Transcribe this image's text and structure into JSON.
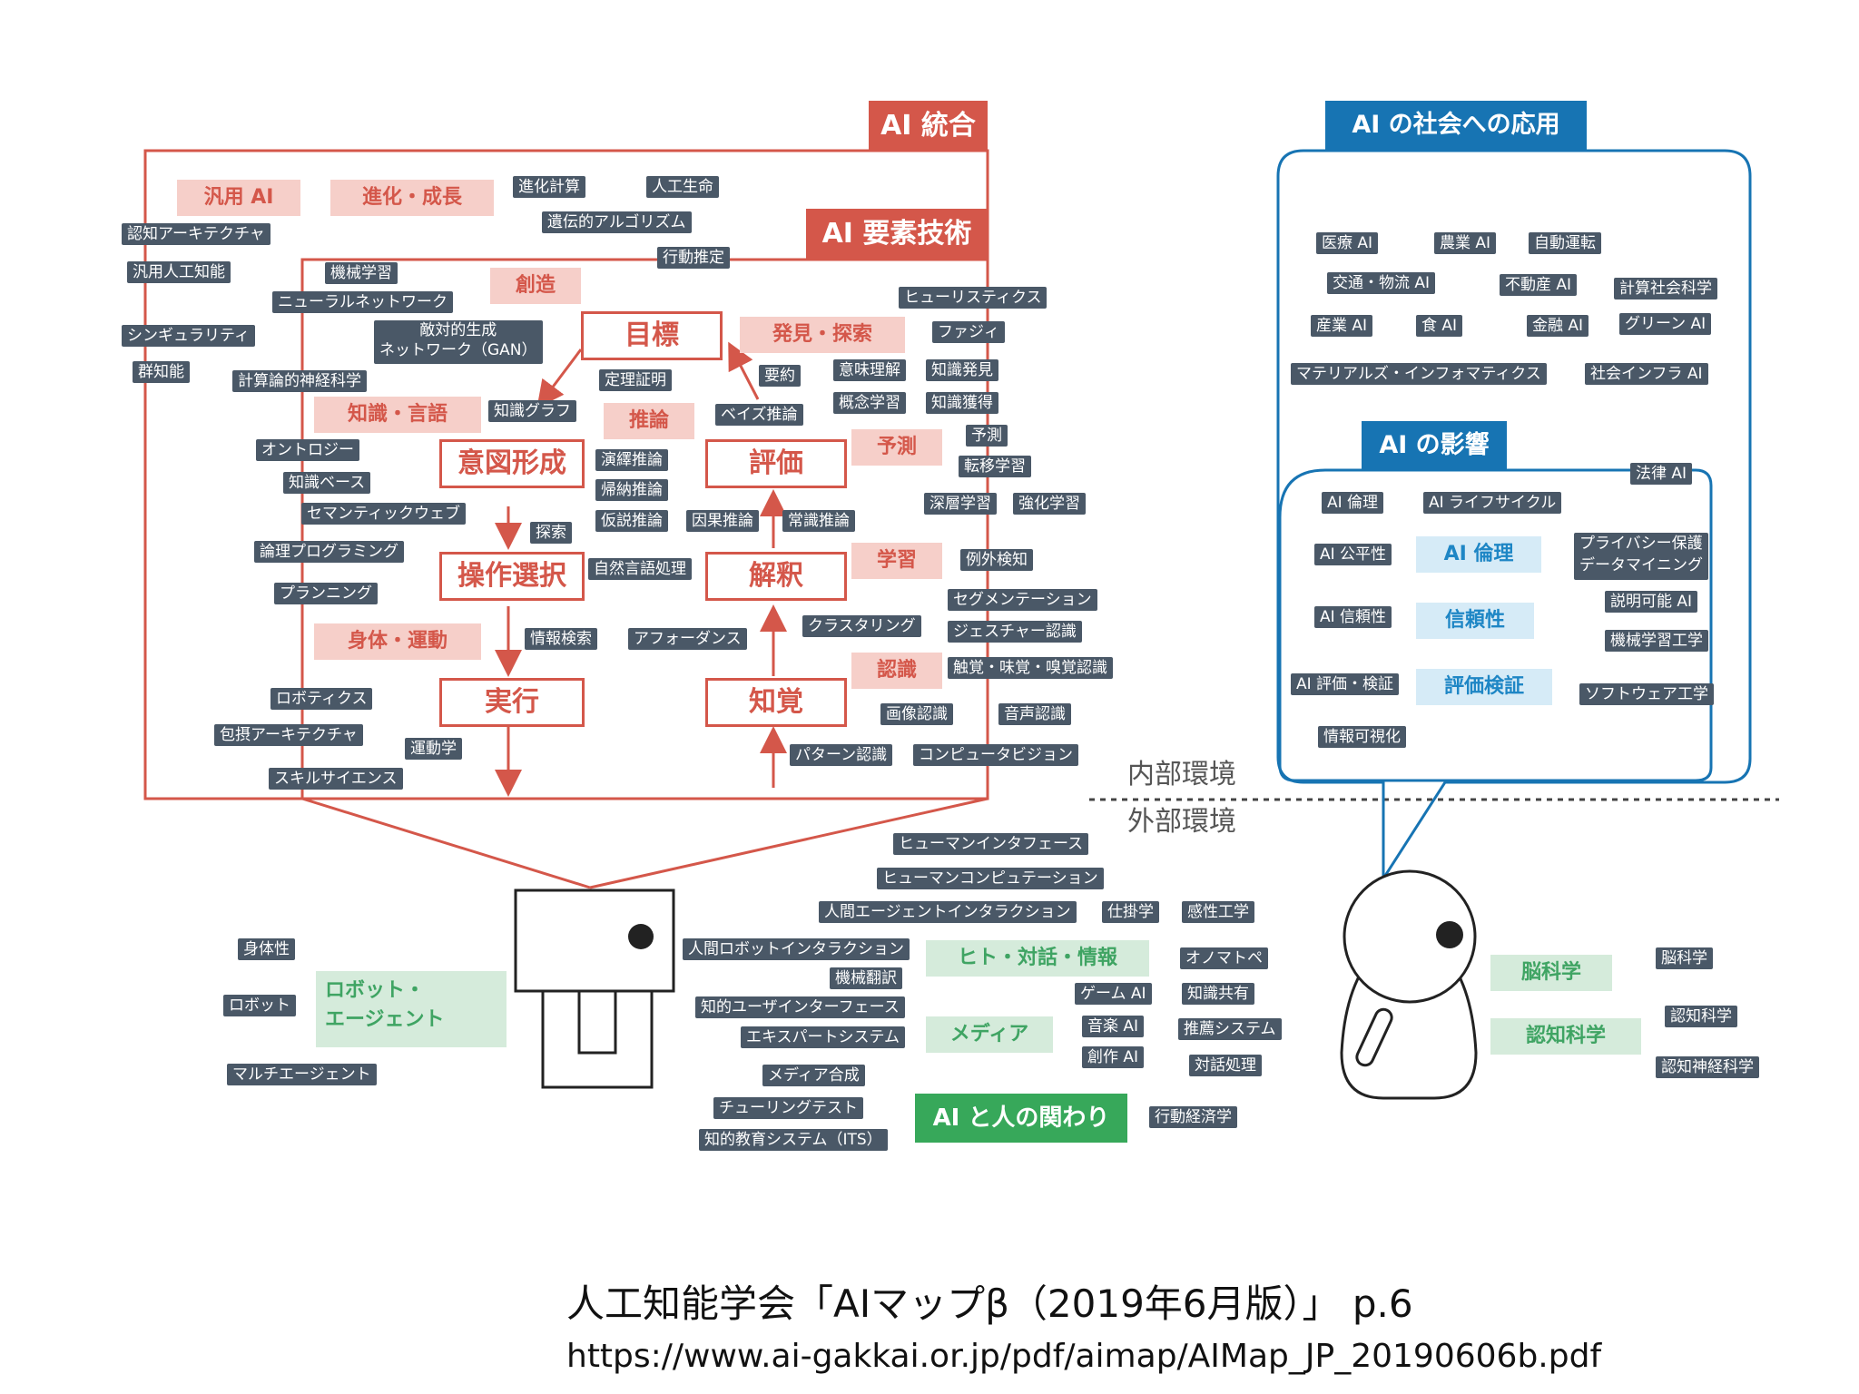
{
  "colors": {
    "red": "#d4574a",
    "pink": "#f6cfc9",
    "tag_gray": "#4a5867",
    "blue": "#1774b3",
    "light_blue": "#d6ebf7",
    "green": "#37a85a",
    "light_green": "#d5ebdb"
  },
  "headers": {
    "ai_integration": "AI 統合",
    "ai_element_tech": "AI 要素技術",
    "ai_society_application": "AI の社会への応用",
    "ai_impact": "AI の影響",
    "ai_and_human": "AI と人の関わり"
  },
  "integration": {
    "categories": [
      "汎用 AI",
      "進化・成長"
    ],
    "tags": [
      "進化計算",
      "人工生命",
      "遺伝的アルゴリズム",
      "行動推定",
      "認知アーキテクチャ",
      "汎用人工知能",
      "シンギュラリティ",
      "群知能"
    ]
  },
  "element_tech": {
    "categories": [
      "創造",
      "知識・言語",
      "推論",
      "発見・探索",
      "予測",
      "学習",
      "身体・運動",
      "認識"
    ],
    "tags": [
      "機械学習",
      "ニューラルネットワーク",
      "敵対的生成\nネットワーク（GAN）",
      "計算論的神経科学",
      "知識グラフ",
      "定理証明",
      "オントロジー",
      "知識ベース",
      "セマンティックウェブ",
      "論理プログラミング",
      "プランニング",
      "探索",
      "ロボティクス",
      "包摂アーキテクチャ",
      "運動学",
      "スキルサイエンス",
      "演繹推論",
      "帰納推論",
      "仮説推論",
      "因果推論",
      "常識推論",
      "自然言語処理",
      "情報検索",
      "アフォーダンス",
      "ヒューリスティクス",
      "ファジィ",
      "意味理解",
      "知識発見",
      "要約",
      "概念学習",
      "知識獲得",
      "ベイズ推論",
      "予測",
      "転移学習",
      "深層学習",
      "強化学習",
      "例外検知",
      "セグメンテーション",
      "クラスタリング",
      "ジェスチャー認識",
      "触覚・味覚・嗅覚認識",
      "画像認識",
      "音声認識",
      "パターン認識",
      "コンピュータビジョン"
    ]
  },
  "cycle": {
    "goal": "目標",
    "intent": "意図形成",
    "select": "操作選択",
    "execute": "実行",
    "evaluate": "評価",
    "interpret": "解釈",
    "perceive": "知覚"
  },
  "environment": {
    "internal": "内部環境",
    "external": "外部環境"
  },
  "society": {
    "tags": [
      "医療 AI",
      "農業 AI",
      "自動運転",
      "交通・物流 AI",
      "不動産 AI",
      "計算社会科学",
      "産業 AI",
      "食 AI",
      "金融 AI",
      "グリーン AI",
      "マテリアルズ・インフォマティクス",
      "社会インフラ AI"
    ]
  },
  "impact": {
    "categories": [
      "AI 倫理",
      "信頼性",
      "評価検証"
    ],
    "tags": [
      "法律 AI",
      "AI 倫理",
      "AI ライフサイクル",
      "AI 公平性",
      "プライバシー保護\nデータマイニング",
      "説明可能 AI",
      "AI 信頼性",
      "機械学習工学",
      "AI 評価・検証",
      "ソフトウェア工学",
      "情報可視化"
    ]
  },
  "human": {
    "categories": [
      "ロボット・\nエージェント",
      "ヒト・対話・情報",
      "メディア",
      "脳科学",
      "認知科学"
    ],
    "tags": [
      "身体性",
      "ロボット",
      "マルチエージェント",
      "ヒューマンインタフェース",
      "ヒューマンコンピュテーション",
      "人間エージェントインタラクション",
      "仕掛学",
      "感性工学",
      "人間ロボットインタラクション",
      "オノマトペ",
      "機械翻訳",
      "ゲーム AI",
      "知識共有",
      "知的ユーザインターフェース",
      "音楽 AI",
      "推薦システム",
      "エキスパートシステム",
      "創作 AI",
      "対話処理",
      "メディア合成",
      "チューリングテスト",
      "知的教育システム（ITS）",
      "行動経済学",
      "脳科学",
      "認知科学",
      "認知神経科学"
    ]
  },
  "caption": {
    "line1": "人工知能学会「AIマップβ（2019年6月版）」 p.6",
    "line2": "https://www.ai-gakkai.or.jp/pdf/aimap/AIMap_JP_20190606b.pdf"
  }
}
